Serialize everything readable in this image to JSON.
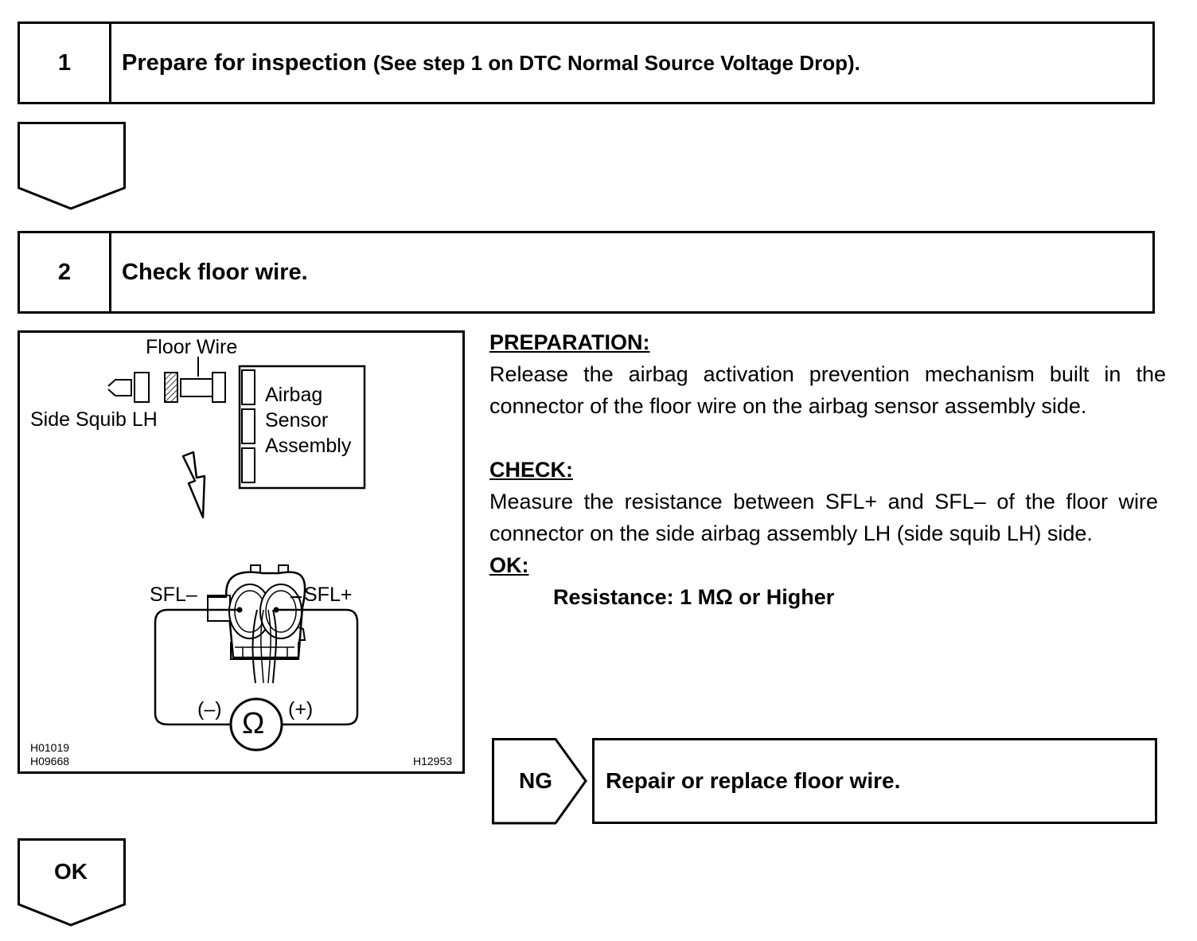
{
  "step1": {
    "number": "1",
    "title": "Prepare for inspection",
    "subtitle": "(See step 1 on DTC Normal Source Voltage Drop)."
  },
  "step2": {
    "number": "2",
    "title": "Check floor wire."
  },
  "figure": {
    "labels": {
      "floor_wire": "Floor Wire",
      "side_squib": "Side Squib LH",
      "airbag_line1": "Airbag",
      "airbag_line2": "Sensor",
      "airbag_line3": "Assembly",
      "sfl_minus": "SFL–",
      "sfl_plus": "SFL+",
      "minus": "(–)",
      "plus": "(+)",
      "ohm": "Ω"
    },
    "codes": {
      "code1": "H01019",
      "code2": "H09668",
      "code3": "H12953"
    }
  },
  "preparation": {
    "heading": "PREPARATION:",
    "text": "Release the airbag activation prevention mechanism built in the connector of the floor wire on the airbag sensor assembly side."
  },
  "check": {
    "heading": "CHECK:",
    "text": "Measure the resistance between SFL+ and SFL– of the floor wire connector on the side airbag assembly LH (side squib LH) side."
  },
  "ok_spec": {
    "heading": "OK:",
    "value": "Resistance: 1 MΩ or Higher"
  },
  "ng": {
    "label": "NG",
    "action": "Repair or replace floor wire."
  },
  "ok_flow": {
    "label": "OK"
  }
}
